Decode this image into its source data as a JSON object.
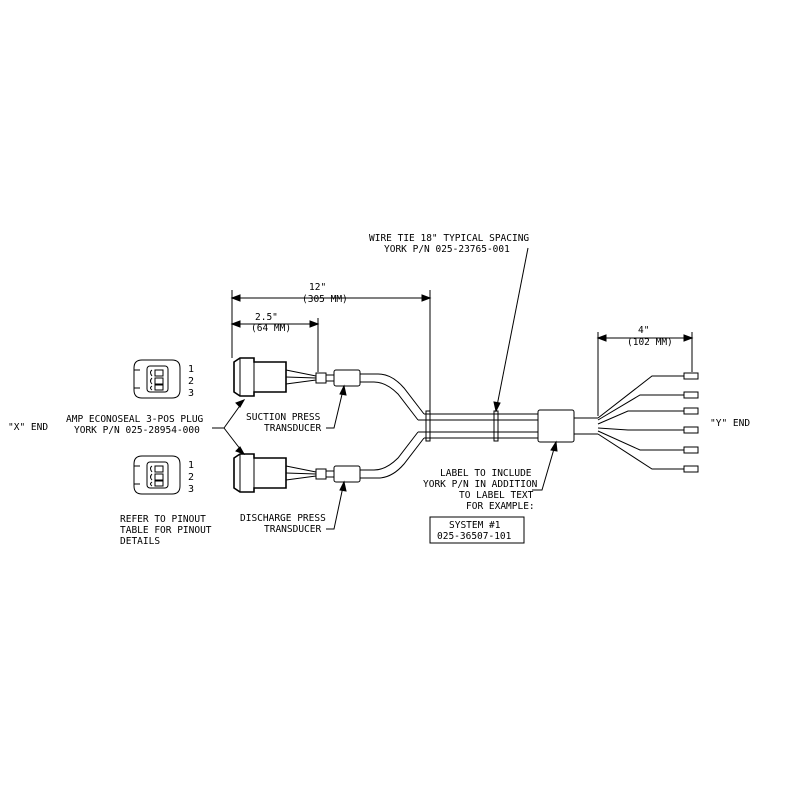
{
  "x_end": {
    "label": "\"X\" END",
    "plug_label_line1": "AMP ECONOSEAL 3-POS PLUG",
    "plug_label_line2": "YORK P/N 025-28954-000",
    "pin_numbers": [
      "1",
      "2",
      "3"
    ],
    "pinout_note": [
      "REFER TO PINOUT",
      "TABLE FOR PINOUT",
      "DETAILS"
    ]
  },
  "y_end": {
    "label": "\"Y\" END"
  },
  "dimensions": {
    "overall_in": "12\"",
    "overall_mm": "(305 MM)",
    "plug_in": "2.5\"",
    "plug_mm": "(64 MM)",
    "breakout_in": "4\"",
    "breakout_mm": "(102 MM)"
  },
  "wire_tie": {
    "line1": "WIRE TIE 18\" TYPICAL SPACING",
    "line2": "YORK P/N 025-23765-001"
  },
  "transducers": {
    "suction_line1": "SUCTION PRESS",
    "suction_line2": "TRANSDUCER",
    "discharge_line1": "DISCHARGE PRESS",
    "discharge_line2": "TRANSDUCER"
  },
  "label_note": {
    "lines": [
      "LABEL TO INCLUDE",
      "YORK P/N IN ADDITION",
      "TO LABEL TEXT",
      "FOR EXAMPLE:"
    ]
  },
  "label_example": {
    "line1": "SYSTEM #1",
    "line2": "025-36507-101"
  }
}
